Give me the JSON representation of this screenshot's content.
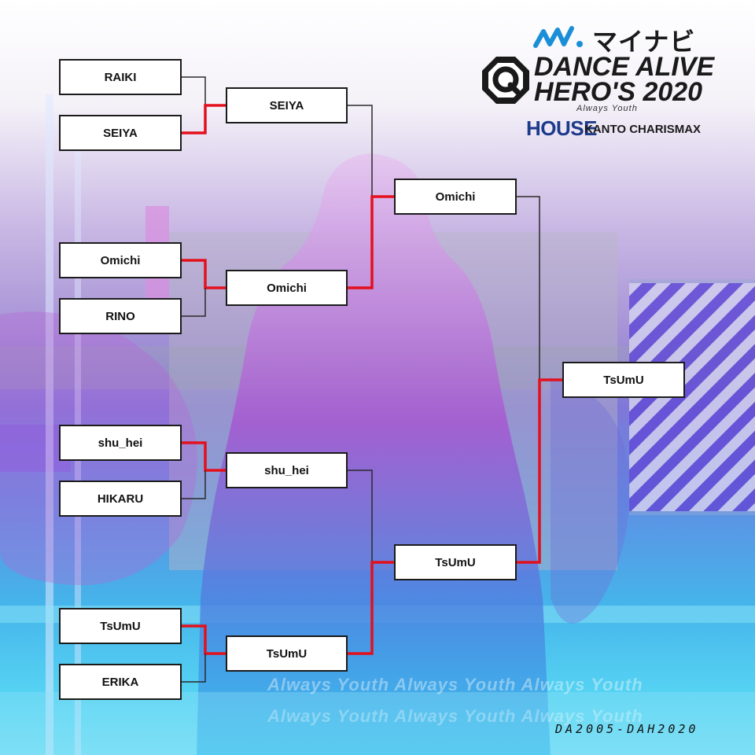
{
  "logo": {
    "sponsor": "マイナビ",
    "title_line1": "DANCE ALIVE",
    "title_line2": "HERO'S 2020",
    "tagline": "Always Youth",
    "genre": "HOUSE",
    "event": "KANTO CHARISMAX",
    "sponsor_icon": "mynavi-swoosh-icon",
    "emblem_icon": "da-octagon-emblem-icon"
  },
  "bracket": {
    "round1": [
      "RAIKI",
      "SEIYA",
      "Omichi",
      "RINO",
      "shu_hei",
      "HIKARU",
      "TsUmU",
      "ERIKA"
    ],
    "round2": [
      "SEIYA",
      "Omichi",
      "shu_hei",
      "TsUmU"
    ],
    "semifinal": [
      "Omichi",
      "TsUmU"
    ],
    "champion": "TsUmU"
  },
  "background_text": "Always Youth Always Youth Always Youth",
  "footer_code": "DA2005-DAH2020",
  "colors": {
    "winner_line": "#e3101c",
    "loser_line": "#2a2a2a",
    "logo_blue": "#1a8fd8",
    "logo_dark": "#1a1a1a",
    "genre_navy": "#1e3a8a"
  }
}
